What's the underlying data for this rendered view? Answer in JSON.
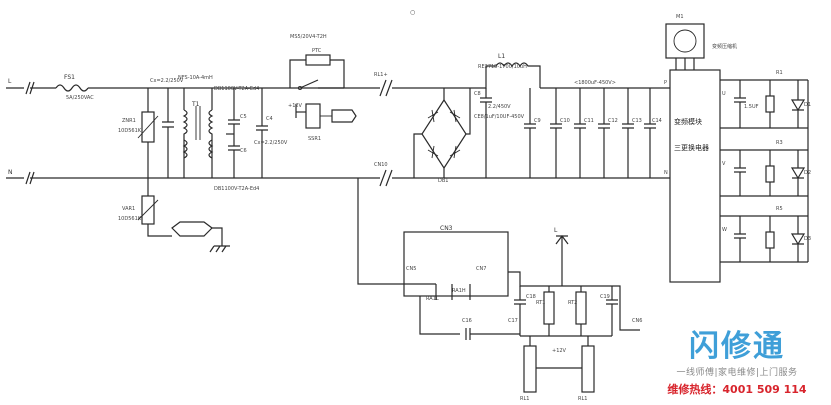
{
  "labels": {
    "L_in": "L",
    "N_in": "N",
    "FS1": "FS1",
    "FS1_spec": "5A/250VAC",
    "ZNR1": "ZNR1",
    "ZNR1_spec": "10D561K",
    "VAR1": "VAR1",
    "VAR1_spec": "10D561K",
    "Cx1": "Cx=2.2/250V",
    "Lf": "NFS-10A-4mH",
    "T1": "T1",
    "Cy_top": "DB1100V-T2A-Ed4",
    "Cy_bot": "DB1100V-T2A-Ed4",
    "C4": "C4",
    "C5": "C5",
    "C6": "C6",
    "Cx2": "Cx=2.2/250V",
    "relay_spec": "MS5/20V4-T2H",
    "PTC": "PTC",
    "SSR": "SSR1",
    "V12": "+12V",
    "RL1plus": "RL1+",
    "CN10": "CN10",
    "L1": "L1",
    "L1_spec": "RE3718-1700/10uH",
    "C8": "C8",
    "C8_spec": "2.2/450V",
    "CE": "CE8/1uF/10UF-450V",
    "DB1": "DB1",
    "C9": "C9",
    "C10": "C10",
    "C11": "C11",
    "C12": "C12",
    "C13": "C13",
    "C14": "C14",
    "cap_bank": "<1800uF-450V>",
    "P_node": "P",
    "N_node": "N",
    "M1": "M1",
    "motor_note": "变频压缩机",
    "module_line1": "变频模块",
    "module_line2": "三更换电器",
    "CN3": "CN3",
    "CN_left": "CN5",
    "CN_right": "CN7",
    "RA1L": "RA1L",
    "RA1H": "RA1H",
    "C16": "C16",
    "C17": "C17",
    "C18": "C18",
    "C19": "C19",
    "RT1": "RT1",
    "RT2": "RT2",
    "L_top": "L",
    "V12b": "+12V",
    "RL1a": "RL1",
    "RL1b": "RL1",
    "CN6": "CN6",
    "R1": "R1",
    "R3": "R3",
    "R5": "R5",
    "D1": "D1",
    "D2": "D2",
    "D3": "D3",
    "Csnub": "1.5UF",
    "U": "U",
    "V": "V",
    "W": "W",
    "top_o": "○"
  },
  "watermark": {
    "brand": "闪修通",
    "slogan": "一线师傅|家电维修|上门服务",
    "hotline": "维修热线：4001 509 114",
    "brand_color": "#3f9fd8",
    "hotline_color": "#d8242c"
  }
}
